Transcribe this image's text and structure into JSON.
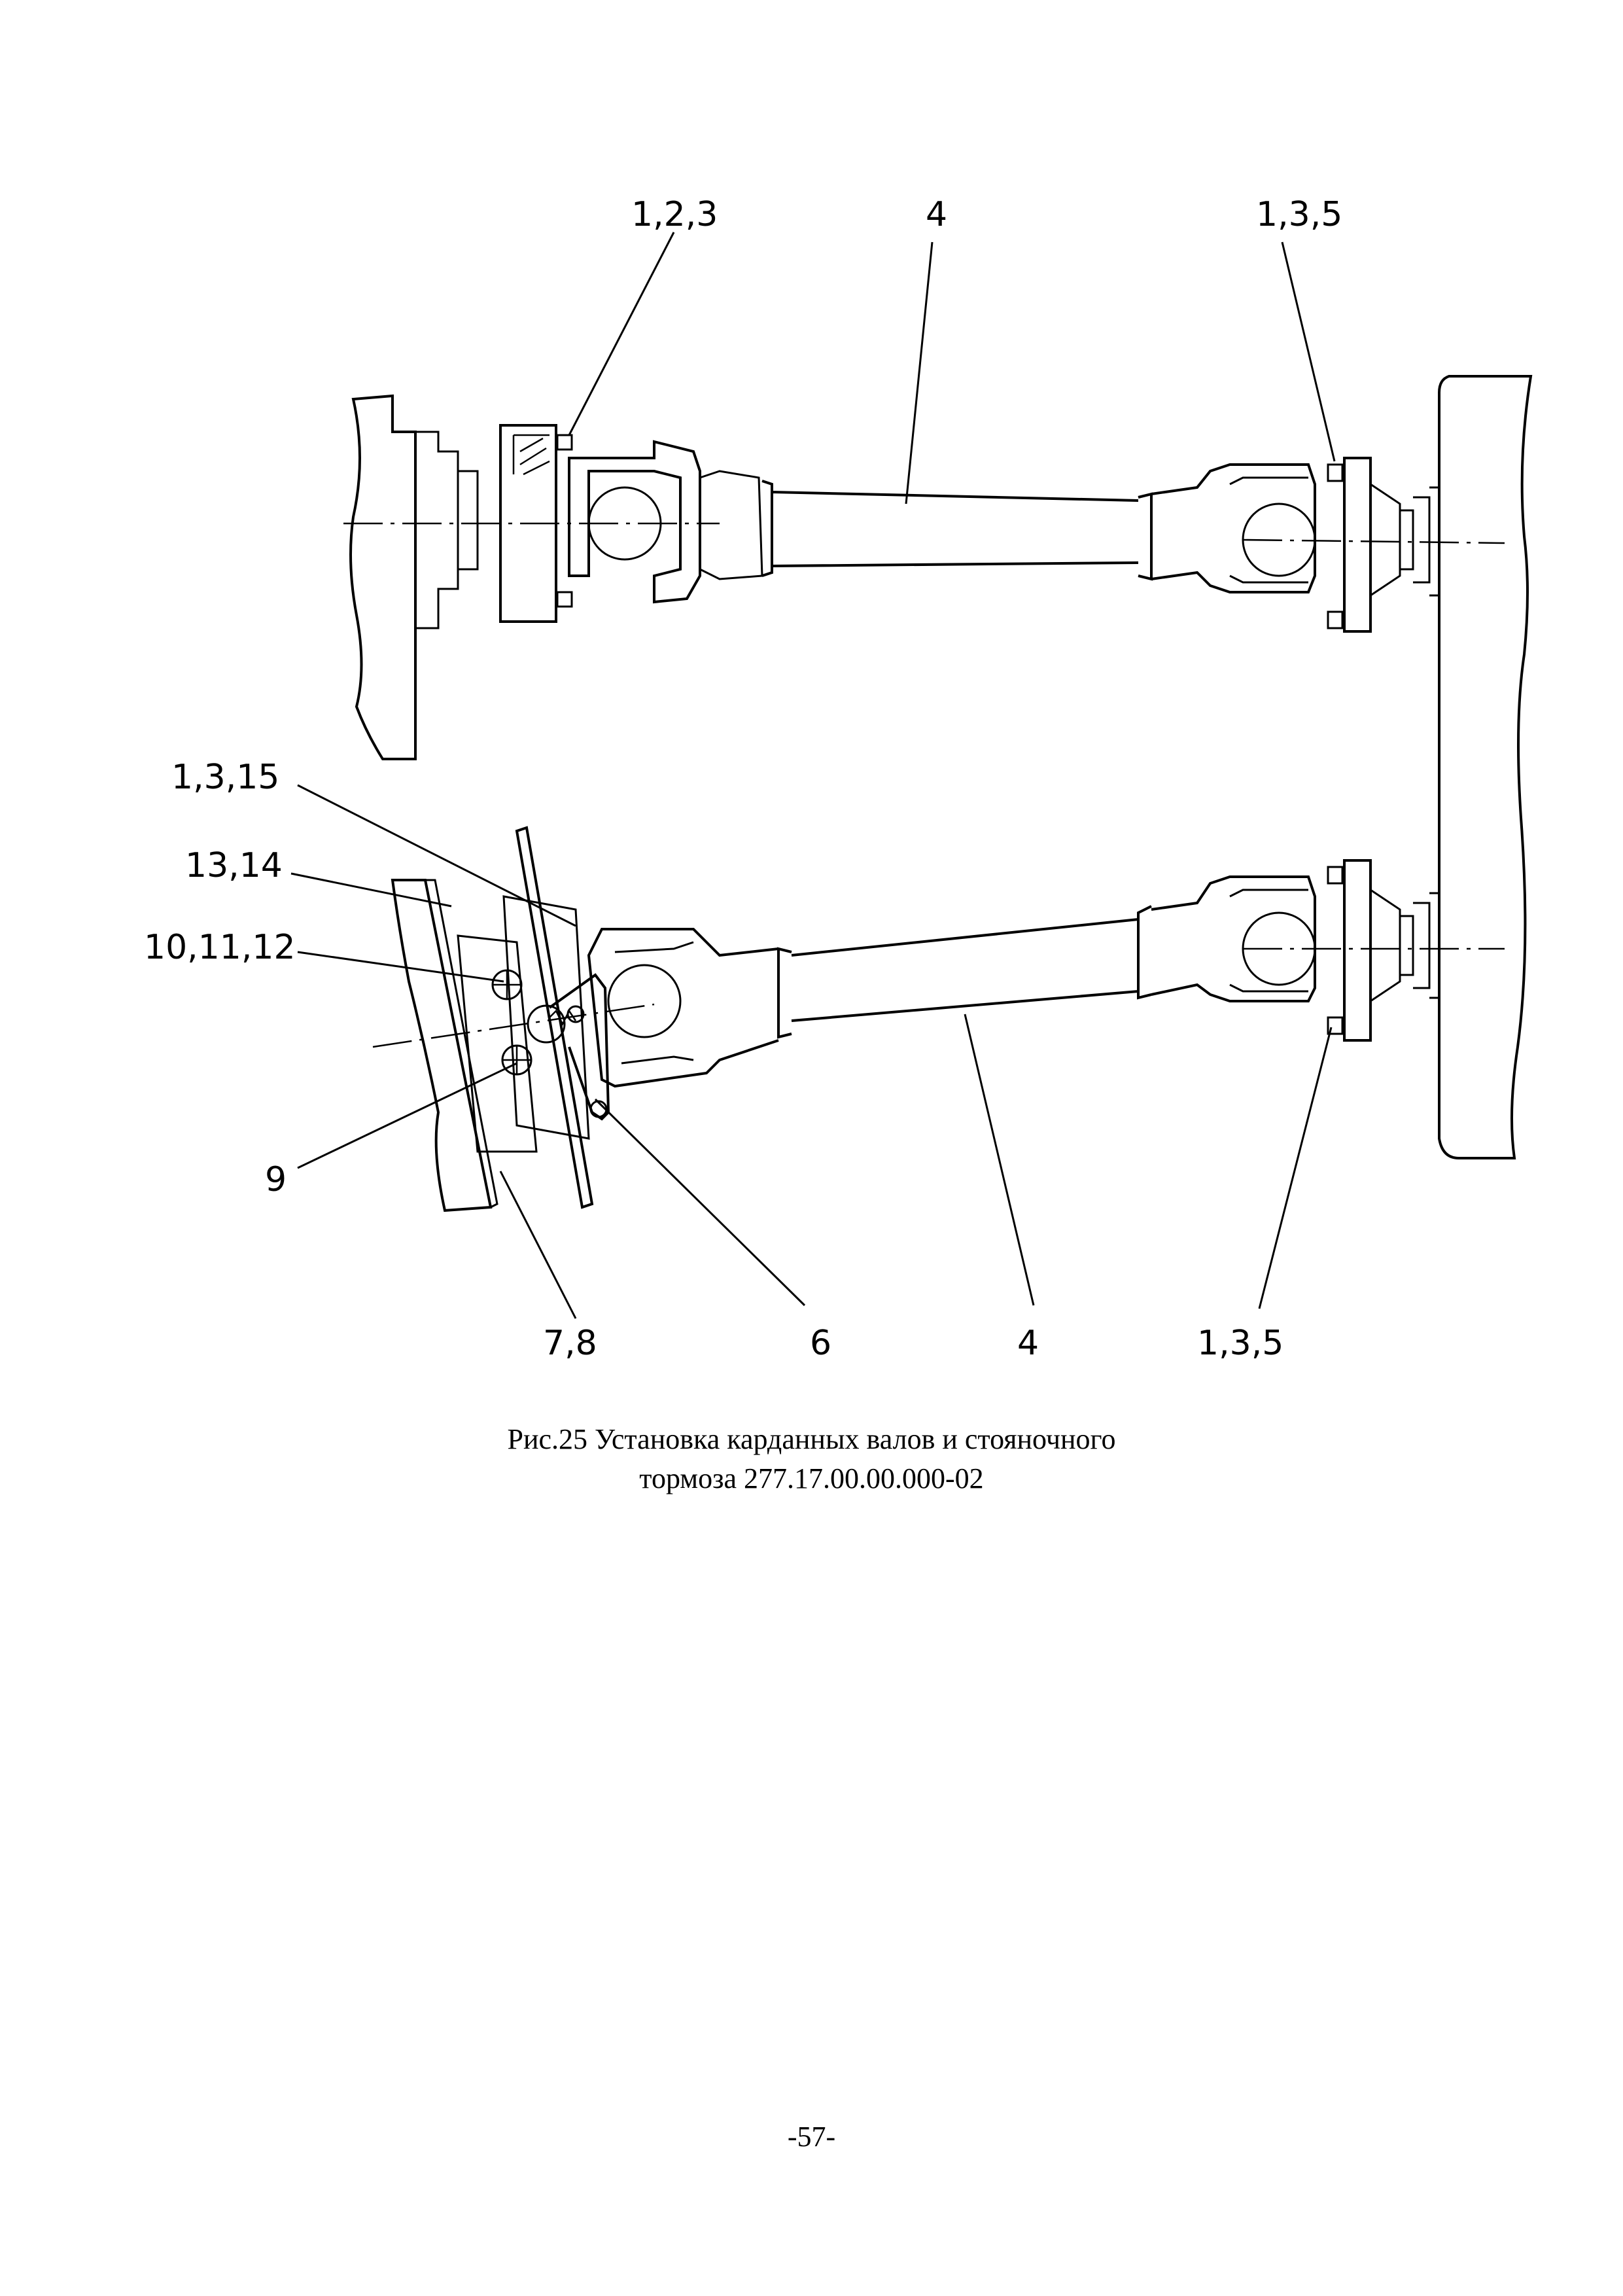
{
  "figure": {
    "callouts": {
      "top_left": "1,2,3",
      "top_middle": "4",
      "top_right": "1,3,5",
      "left_1": "1,3,15",
      "left_2": "13,14",
      "left_3": "10,11,12",
      "left_4": "9",
      "bottom_1": "7,8",
      "bottom_2": "6",
      "bottom_3": "4",
      "bottom_4": "1,3,5"
    },
    "caption_line1": "Рис.25 Установка карданных валов и стояночного",
    "caption_line2": "тормоза 277.17.00.00.000-02"
  },
  "page": {
    "number": "-57-"
  }
}
